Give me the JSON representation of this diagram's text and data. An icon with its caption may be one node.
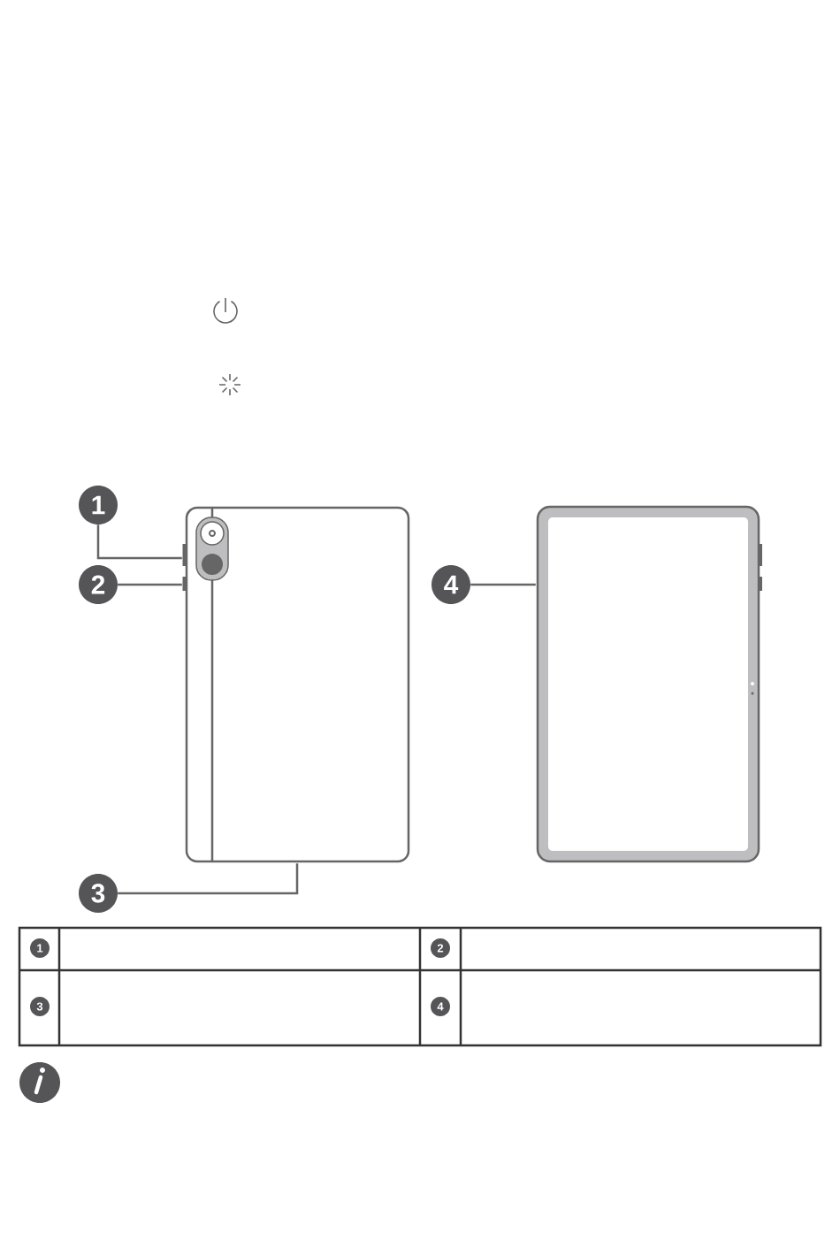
{
  "diagram": {
    "nodes": [
      {
        "text": [
          "1"
        ]
      },
      {
        "text": [
          "2"
        ]
      },
      {
        "text": [
          "3"
        ]
      },
      {
        "text": [
          "4"
        ]
      },
      {
        "text": [
          "1"
        ]
      },
      {
        "text": [
          "2"
        ]
      },
      {
        "text": [
          "3"
        ]
      },
      {
        "text": [
          "4"
        ]
      },
      {
        "text": [],
        "shape": "picture"
      },
      {
        "text": [],
        "shape": "picture"
      }
    ],
    "edges": [
      {
        "from": 0,
        "to": 8,
        "arrow": "none"
      },
      {
        "from": 1,
        "to": 8,
        "arrow": "none"
      },
      {
        "from": 2,
        "to": 8,
        "arrow": "none"
      },
      {
        "from": 3,
        "to": 9,
        "arrow": "none"
      }
    ]
  }
}
